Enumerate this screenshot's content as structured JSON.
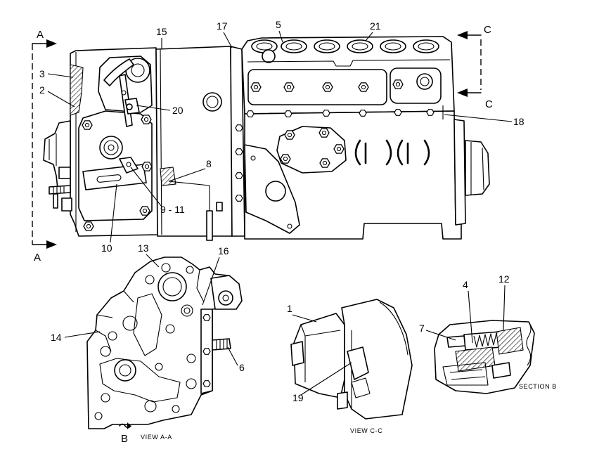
{
  "colors": {
    "ink": "#000000",
    "paper": "#ffffff"
  },
  "cutting_planes": {
    "a_top": "A",
    "a_bottom": "A",
    "c_top": "C",
    "c_bottom": "C",
    "b": "B"
  },
  "main_view": {
    "callouts": {
      "n2": "2",
      "n3": "3",
      "n5": "5",
      "n8": "8",
      "n9_11": "9 - 11",
      "n10": "10",
      "n15": "15",
      "n17": "17",
      "n18": "18",
      "n20": "20",
      "n21": "21"
    }
  },
  "view_a_a": {
    "caption": "VIEW A-A",
    "callouts": {
      "n6": "6",
      "n13": "13",
      "n14": "14",
      "n16": "16"
    }
  },
  "view_c_c": {
    "caption": "VIEW C-C",
    "callouts": {
      "n1": "1",
      "n19": "19"
    }
  },
  "section_b": {
    "caption": "SECTION B",
    "callouts": {
      "n4": "4",
      "n7": "7",
      "n12": "12"
    }
  }
}
